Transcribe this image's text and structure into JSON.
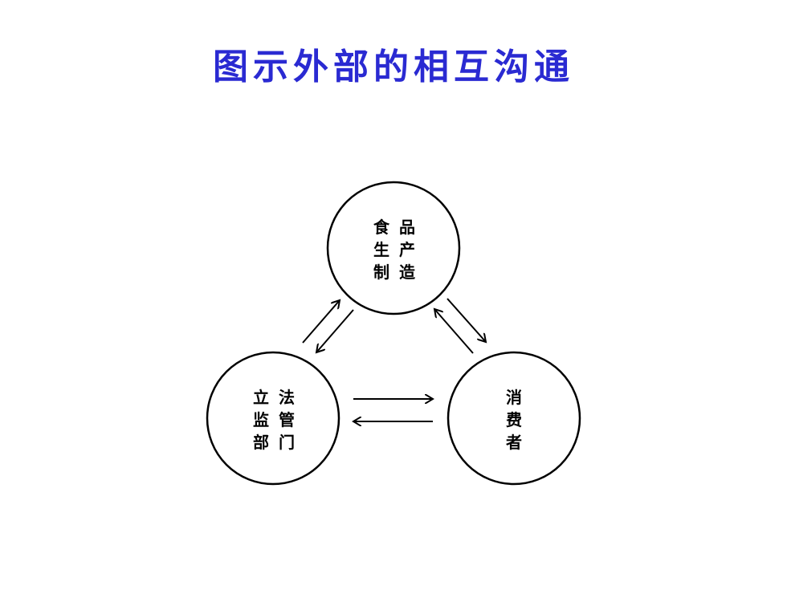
{
  "title": "图示外部的相互沟通",
  "nodes": {
    "producer": {
      "chars": [
        "食",
        "品",
        "生",
        "产",
        "制",
        "造"
      ]
    },
    "regulator": {
      "chars": [
        "立",
        "法",
        "监",
        "管",
        "部",
        "门"
      ]
    },
    "consumer": {
      "chars": [
        "消",
        "费",
        "者"
      ]
    }
  },
  "colors": {
    "title": "#2a2ad2",
    "stroke": "#000000"
  }
}
